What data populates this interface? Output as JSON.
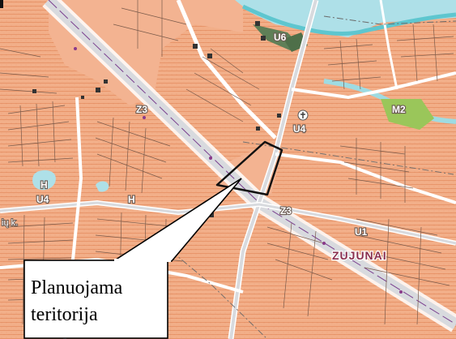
{
  "colors": {
    "residential": "#f3b28f",
    "residential_hatch": "#e38a5e",
    "road": "#d8dade",
    "road_edge": "#ffffff",
    "water": "#aee0e8",
    "river": "#5ec6cf",
    "green": "#9ac65a",
    "forest": "#5f7f57",
    "plot_line": "#7a5a4a",
    "rail_line": "#7a3f8f",
    "parcel_outline": "#111111",
    "callout_border": "#000000",
    "callout_fill": "#ffffff"
  },
  "zones": [
    {
      "id": "U6",
      "label": "U6"
    },
    {
      "id": "Z3-north",
      "label": "Z3"
    },
    {
      "id": "U4-center",
      "label": "U4"
    },
    {
      "id": "M2",
      "label": "M2"
    },
    {
      "id": "H-west",
      "label": "H"
    },
    {
      "id": "U4-west",
      "label": "U4"
    },
    {
      "id": "H-center",
      "label": "H"
    },
    {
      "id": "Z3-south",
      "label": "Z3"
    },
    {
      "id": "U1",
      "label": "U1"
    }
  ],
  "street_label": "ių k.",
  "town_label": "ZUJUNAI",
  "callout": {
    "line1": "Planuojama",
    "line2": "teritorija"
  },
  "icons": [
    "building-marker-icon",
    "church-icon",
    "rail-line",
    "parcel-outline"
  ]
}
